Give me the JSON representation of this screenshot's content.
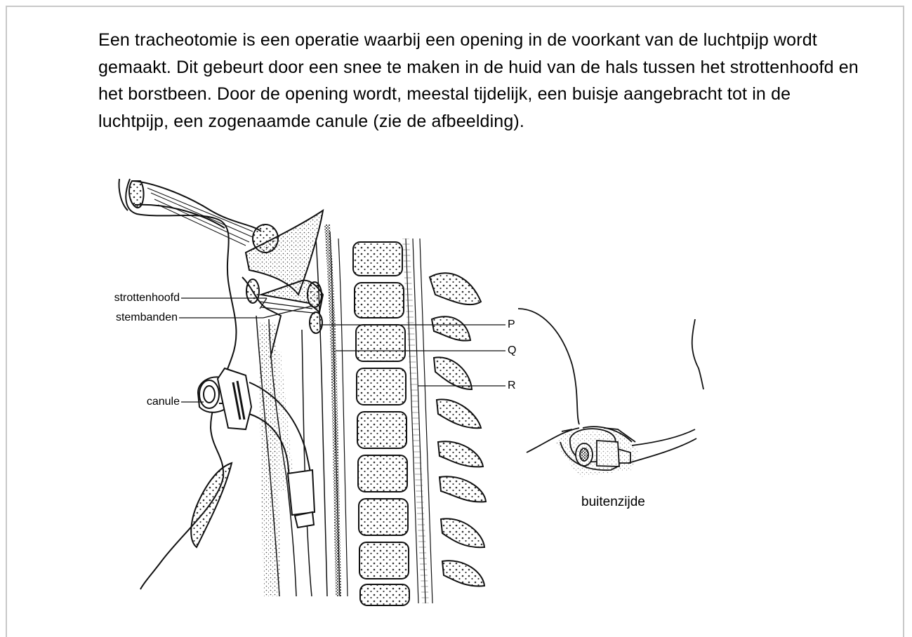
{
  "intro_text": "Een tracheotomie is een operatie waarbij een opening in de voorkant van de luchtpijp wordt gemaakt. Dit gebeurt door een snee te maken in de huid van de hals tussen het strottenhoofd en het borstbeen. Door de opening wordt, meestal tijdelijk, een buisje aangebracht tot in de luchtpijp, een zogenaamde canule (zie de afbeelding).",
  "labels": {
    "strottenhoofd": "strottenhoofd",
    "stembanden": "stembanden",
    "canule": "canule",
    "p": "P",
    "q": "Q",
    "r": "R",
    "buitenzijde": "buitenzijde"
  }
}
